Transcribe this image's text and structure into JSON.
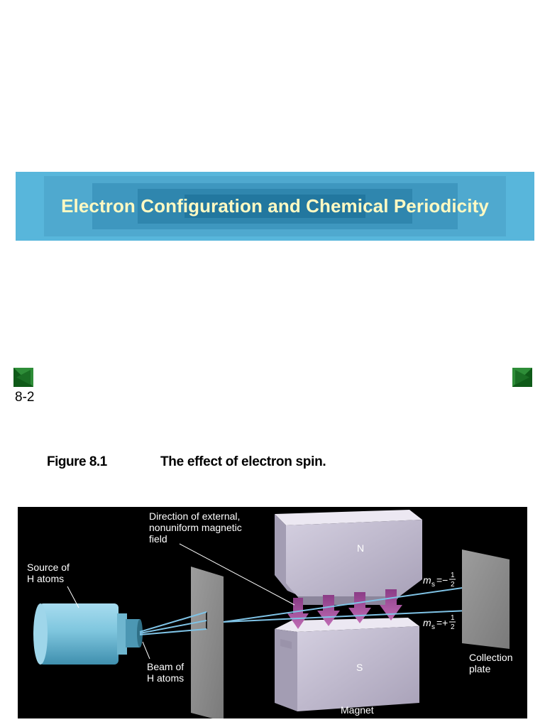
{
  "title": "Electron Configuration and Chemical Periodicity",
  "slide_number": "8-2",
  "figure": {
    "number": "Figure 8.1",
    "caption": "The effect of electron spin.",
    "labels": {
      "source": [
        "Source of",
        "H atoms"
      ],
      "beam": [
        "Beam of",
        "H atoms"
      ],
      "field": [
        "Direction of external,",
        "nonuniform magnetic",
        "field"
      ],
      "north": "N",
      "south": "S",
      "magnet": "Magnet",
      "collection": [
        "Collection",
        "plate"
      ],
      "ms_symbol": "m",
      "ms_sub": "s",
      "ms_minus_sign": "=−",
      "ms_plus_sign": "=+",
      "frac_num": "1",
      "frac_den": "2"
    }
  },
  "colors": {
    "banner": "#58b6db",
    "title_text": "#fff9c2",
    "figure_bg": "#000000",
    "magnet": "#c9c4d6",
    "arrows": "#a64d9a",
    "beam": "#7fc3e6",
    "source": "#7fc6de",
    "nav_button": "#1f7a2a"
  },
  "icons": {
    "prev": "prev-slide-icon",
    "next": "next-slide-icon"
  }
}
